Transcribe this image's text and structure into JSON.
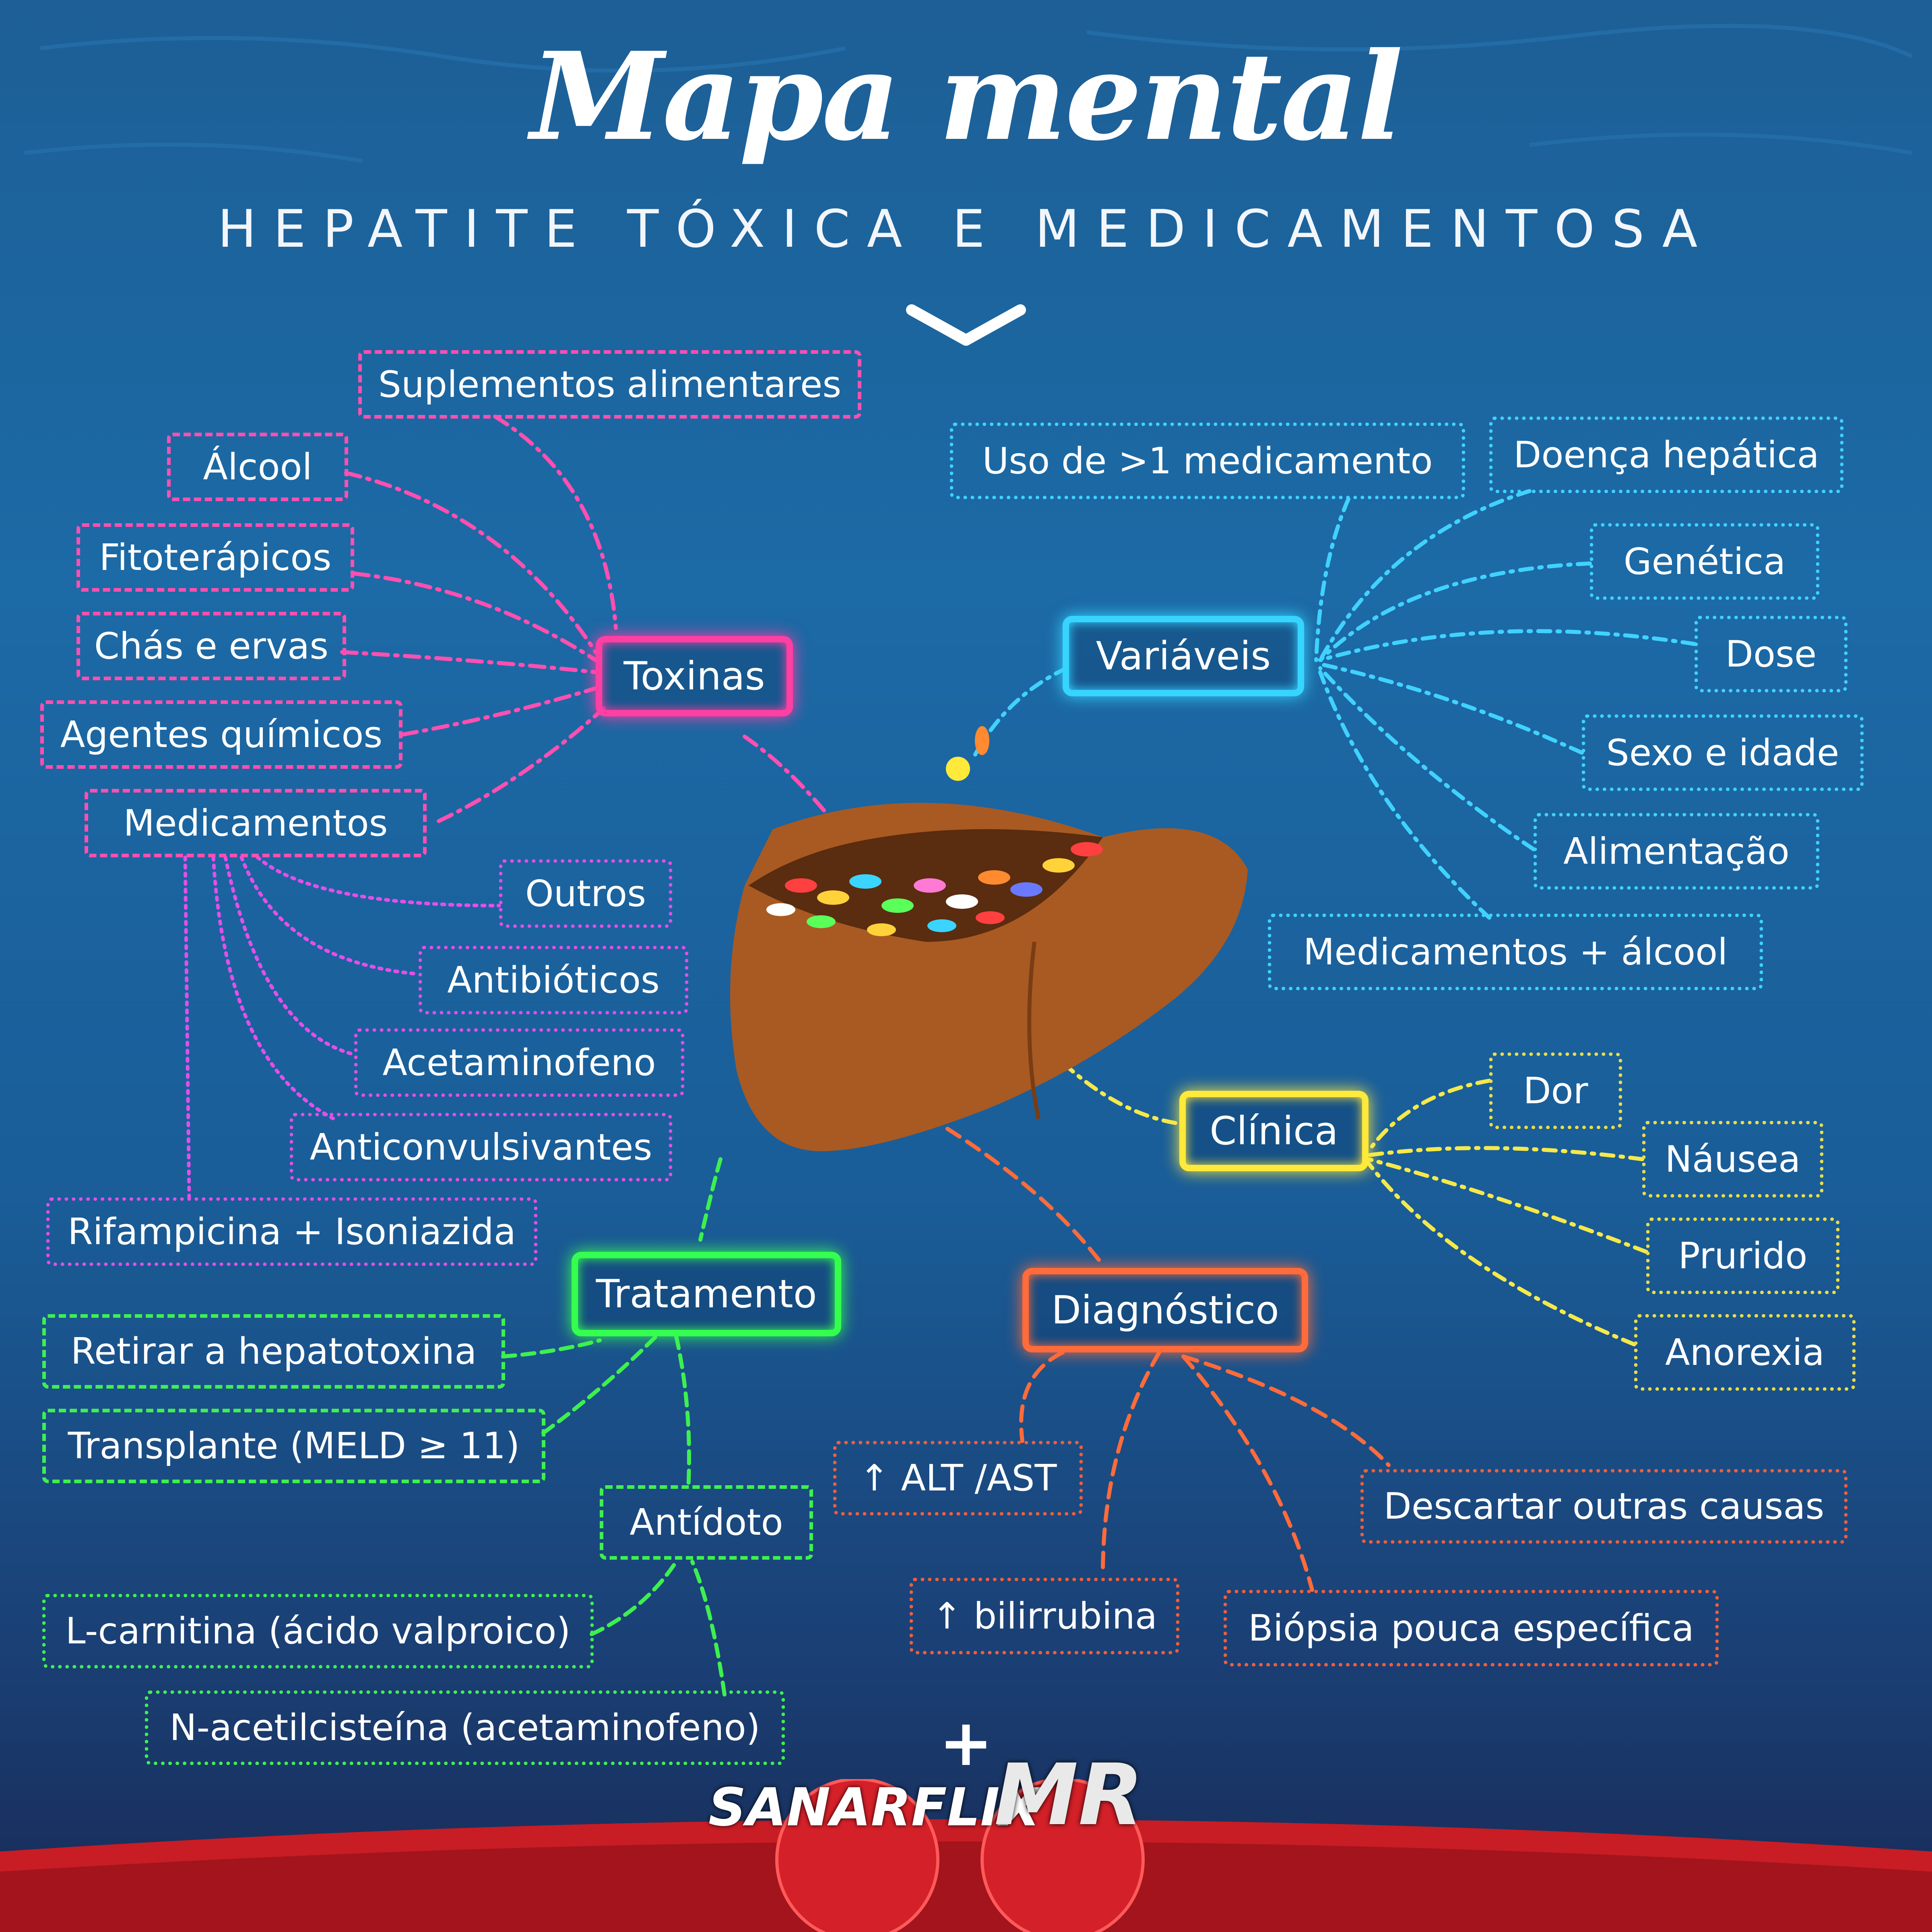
{
  "header": {
    "title": "Mapa mental",
    "subtitle": "HEPATITE TÓXICA E MEDICAMENTOSA"
  },
  "colors": {
    "toxinas": "#ff3fa3",
    "medicamentos": "#e24fe8",
    "variaveis": "#36d4ff",
    "clinica": "#ffe93a",
    "tratamento": "#35ff4e",
    "diagnostico": "#ff6b3a",
    "liver": "#a85a22"
  },
  "central": {
    "icon": "liver-with-pills-icon"
  },
  "toxinas": {
    "label": "Toxinas",
    "items": [
      "Suplementos alimentares",
      "Álcool",
      "Fitoterápicos",
      "Chás e ervas",
      "Agentes químicos",
      "Medicamentos"
    ]
  },
  "medicamentos": {
    "items": [
      "Outros",
      "Antibióticos",
      "Acetaminofeno",
      "Anticonvulsivantes",
      "Rifampicina + Isoniazida"
    ]
  },
  "variaveis": {
    "label": "Variáveis",
    "items": [
      "Uso de >1 medicamento",
      "Doença hepática",
      "Genética",
      "Dose",
      "Sexo e idade",
      "Alimentação",
      "Medicamentos + álcool"
    ]
  },
  "clinica": {
    "label": "Clínica",
    "items": [
      "Dor",
      "Náusea",
      "Prurido",
      "Anorexia"
    ]
  },
  "tratamento": {
    "label": "Tratamento",
    "items": [
      "Retirar a hepatotoxina",
      "Transplante (MELD ≥ 11)"
    ],
    "antidoto": {
      "label": "Antídoto",
      "items": [
        "L-carnitina (ácido valproico)",
        "N-acetilcisteína (acetaminofeno)"
      ]
    }
  },
  "diagnostico": {
    "label": "Diagnóstico",
    "items": [
      "↑ ALT /AST",
      "↑ bilirrubina",
      "Biópsia pouca específica",
      "Descartar outras causas"
    ]
  },
  "footer": {
    "logo_left": "SANARFLIX",
    "logo_right": "MR",
    "plus": "+"
  }
}
